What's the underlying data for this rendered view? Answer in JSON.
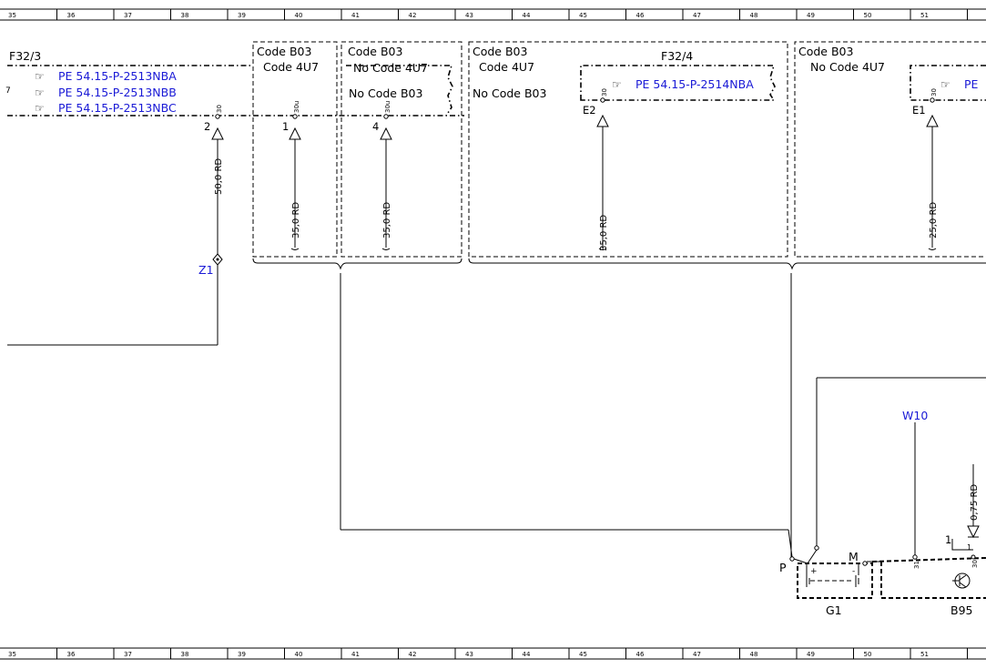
{
  "ruler": {
    "columns": [
      "35",
      "36",
      "37",
      "38",
      "39",
      "40",
      "41",
      "42",
      "43",
      "44",
      "45",
      "46",
      "47",
      "48",
      "49",
      "50",
      "51"
    ]
  },
  "labels": {
    "f32_3": "F32/3",
    "f32_4": "F32/4",
    "code_b03": "Code B03",
    "code_4u7": "Code 4U7",
    "no_code_4u7": "No  Code 4U7",
    "no_code_b03": "No  Code B03",
    "seven": "7",
    "z1": "Z1",
    "w10": "W10",
    "g1": "G1",
    "b95": "B95",
    "p": "P",
    "m": "M"
  },
  "refs": {
    "r1": "PE 54.15-P-2513NBA",
    "r2": "PE 54.15-P-2513NBB",
    "r3": "PE 54.15-P-2513NBC",
    "r4": "PE 54.15-P-2514NBA",
    "r5": "PE"
  },
  "wires": {
    "w50": "50,0 RD",
    "w35a": "35,0 RD",
    "w35b": "35,0 RD",
    "w35c": "35,0 RD",
    "w25": "25,0 RD",
    "w075": "0,75 RD"
  },
  "pins": {
    "p2": "2",
    "p1": "1",
    "p4": "4",
    "pe2": "E2",
    "pe1": "E1",
    "p30": "30",
    "p30u": "30u",
    "p31": "31",
    "b95_1": "1",
    "b95_1b": "1",
    "b95_30": "30",
    "plus": "+",
    "minus": "-"
  }
}
